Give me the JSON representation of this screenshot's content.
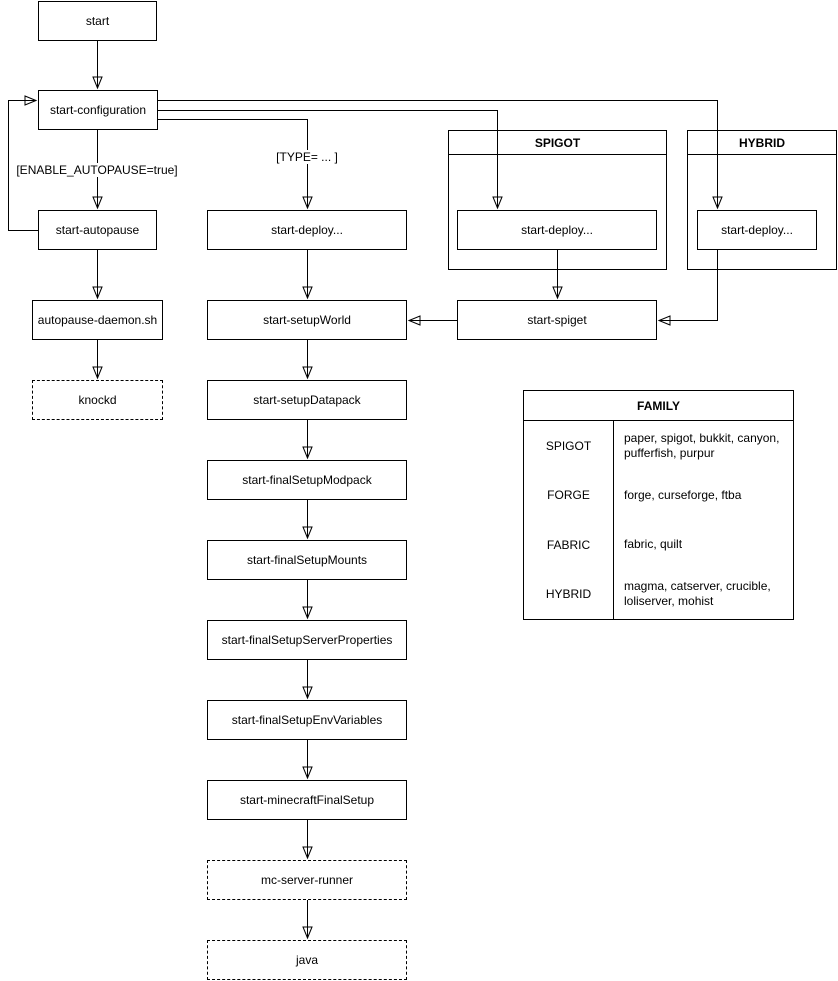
{
  "diagram": {
    "background_color": "#ffffff",
    "line_color": "#000000",
    "nodes": [
      {
        "id": "start",
        "label": "start"
      },
      {
        "id": "start-configuration",
        "label": "start-configuration"
      },
      {
        "id": "start-autopause",
        "label": "start-autopause"
      },
      {
        "id": "autopause-daemon",
        "label": "autopause-daemon.sh"
      },
      {
        "id": "knockd",
        "label": "knockd"
      },
      {
        "id": "start-deploy-main",
        "label": "start-deploy..."
      },
      {
        "id": "start-deploy-spigot",
        "label": "start-deploy..."
      },
      {
        "id": "start-deploy-hybrid",
        "label": "start-deploy..."
      },
      {
        "id": "start-setupWorld",
        "label": "start-setupWorld"
      },
      {
        "id": "start-spiget",
        "label": "start-spiget"
      },
      {
        "id": "start-setupDatapack",
        "label": "start-setupDatapack"
      },
      {
        "id": "start-finalSetupModpack",
        "label": "start-finalSetupModpack"
      },
      {
        "id": "start-finalSetupMounts",
        "label": "start-finalSetupMounts"
      },
      {
        "id": "start-finalSetupServerProperties",
        "label": "start-finalSetupServerProperties"
      },
      {
        "id": "start-finalSetupEnvVariables",
        "label": "start-finalSetupEnvVariables"
      },
      {
        "id": "start-minecraftFinalSetup",
        "label": "start-minecraftFinalSetup"
      },
      {
        "id": "mc-server-runner",
        "label": "mc-server-runner"
      },
      {
        "id": "java",
        "label": "java"
      }
    ],
    "containers": [
      {
        "id": "spigot-group",
        "label": "SPIGOT"
      },
      {
        "id": "hybrid-group",
        "label": "HYBRID"
      }
    ],
    "edge_labels": [
      {
        "id": "enable-autopause-condition",
        "text": "[ENABLE_AUTOPAUSE=true]"
      },
      {
        "id": "type-condition",
        "text": "[TYPE= ... ]"
      }
    ],
    "family_table": {
      "title": "FAMILY",
      "columns": [
        "family",
        "types"
      ],
      "rows": [
        {
          "family": "SPIGOT",
          "types": "paper, spigot, bukkit, canyon, pufferfish, purpur"
        },
        {
          "family": "FORGE",
          "types": "forge, curseforge, ftba"
        },
        {
          "family": "FABRIC",
          "types": "fabric, quilt"
        },
        {
          "family": "HYBRID",
          "types": "magma, catserver, crucible, loliserver, mohist"
        }
      ]
    }
  }
}
